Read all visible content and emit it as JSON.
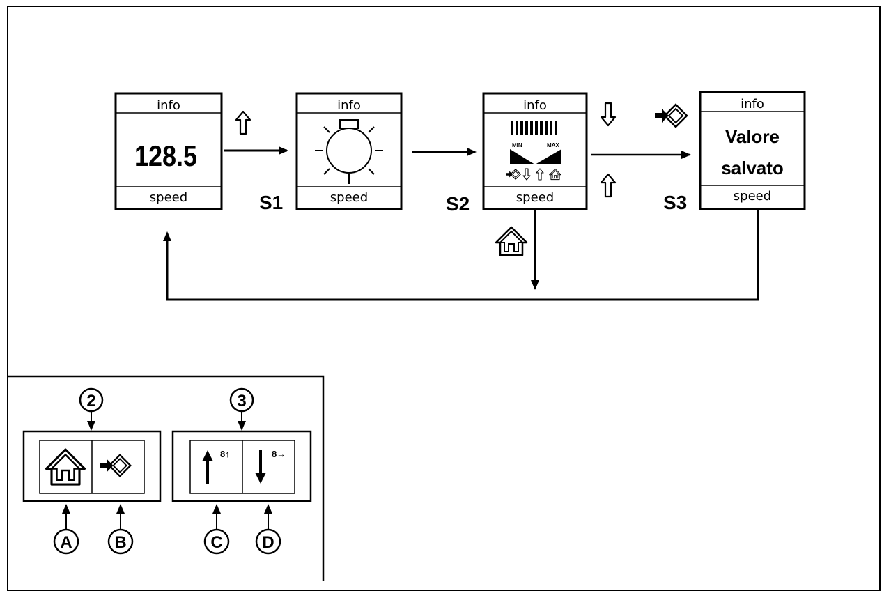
{
  "screens": [
    {
      "id": "screen-0",
      "top_label": "info",
      "bottom_label": "speed",
      "value": "128.5",
      "step": ""
    },
    {
      "id": "screen-s1",
      "top_label": "info",
      "bottom_label": "speed",
      "step": "S1"
    },
    {
      "id": "screen-s2",
      "top_label": "info",
      "bottom_label": "speed",
      "step": "S2",
      "min_label": "MIN",
      "max_label": "MAX"
    },
    {
      "id": "screen-s3",
      "top_label": "info",
      "bottom_label": "speed",
      "step": "S3",
      "line1": "Valore",
      "line2": "salvato"
    }
  ],
  "legend": {
    "group2": "2",
    "group3": "3",
    "a": "A",
    "b": "B",
    "c": "C",
    "d": "D",
    "c_sub": "8↑",
    "d_sub": "8→"
  },
  "icons": {
    "up_arrow": "hollow-up-arrow-icon",
    "down_arrow": "hollow-down-arrow-icon",
    "home": "home-icon",
    "enter": "enter-icon",
    "sun": "brightness-icon"
  }
}
